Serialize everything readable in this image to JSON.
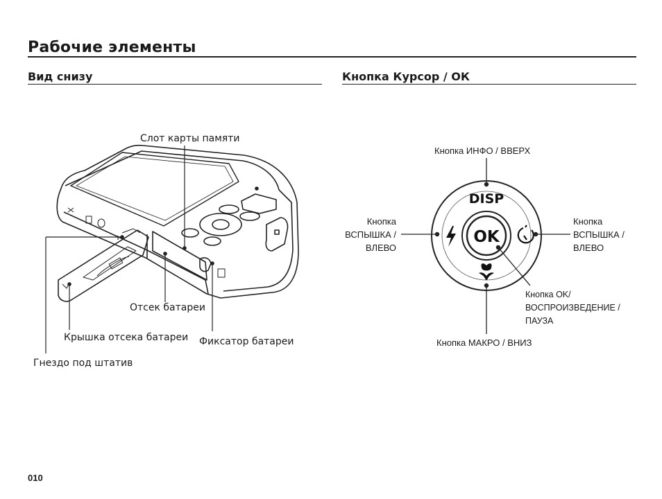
{
  "page_title": "Рабочие элементы",
  "page_number": "010",
  "bottom_view": {
    "title": "Вид снизу",
    "labels": {
      "memory_slot": "Слот карты памяти",
      "battery_compartment": "Отсек батареи",
      "battery_cover": "Крышка отсека батареи",
      "battery_latch": "Фиксатор батареи",
      "tripod_socket": "Гнездо под штатив"
    }
  },
  "cursor_ok": {
    "title": "Кнопка Курсор / ОК",
    "button_text": {
      "disp": "DISP",
      "ok": "OK"
    },
    "labels": {
      "up": "Кнопка ИНФО / ВВЕРХ",
      "left": [
        "Кнопка",
        "ВСПЫШКА /",
        "ВЛЕВО"
      ],
      "right": [
        "Кнопка",
        "ВСПЫШКА /",
        "ВЛЕВО"
      ],
      "ok": [
        "Кнопка OK/",
        "ВОСПРОИЗВЕДЕНИЕ /",
        "ПАУЗА"
      ],
      "down": "Кнопка МАКРО / ВНИЗ"
    },
    "icons": [
      "flash-icon",
      "self-timer-icon",
      "macro-flower-icon"
    ]
  }
}
